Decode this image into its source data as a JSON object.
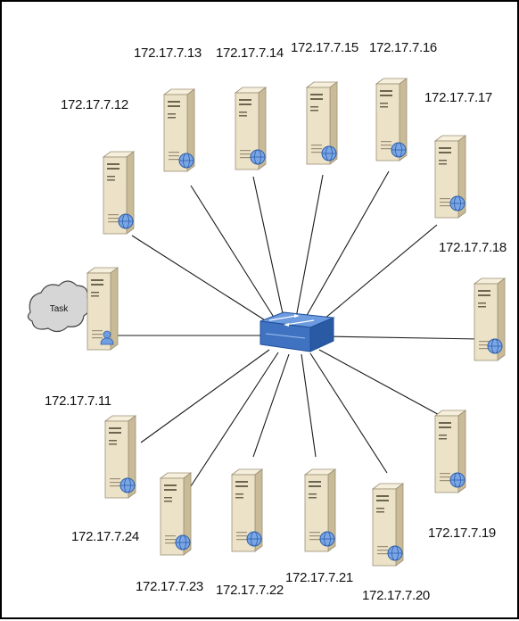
{
  "task_cloud": {
    "label": "Task"
  },
  "colors": {
    "server_light": "#efe6cf",
    "server_shade": "#cdbf9c",
    "server_dark": "#8f8467",
    "globe": "#6f9fe0",
    "switch_top": "#5d8ed9",
    "switch_side": "#2d5fa9",
    "line": "#1a1a1a",
    "cloud": "#d9d9d9"
  },
  "nodes": [
    {
      "id": "host-11",
      "label": "172.17.7.11",
      "icon": "server-user-icon"
    },
    {
      "id": "host-12",
      "label": "172.17.7.12",
      "icon": "server-globe-icon"
    },
    {
      "id": "host-13",
      "label": "172.17.7.13",
      "icon": "server-globe-icon"
    },
    {
      "id": "host-14",
      "label": "172.17.7.14",
      "icon": "server-globe-icon"
    },
    {
      "id": "host-15",
      "label": "172.17.7.15",
      "icon": "server-globe-icon"
    },
    {
      "id": "host-16",
      "label": "172.17.7.16",
      "icon": "server-globe-icon"
    },
    {
      "id": "host-17",
      "label": "172.17.7.17",
      "icon": "server-globe-icon"
    },
    {
      "id": "host-18",
      "label": "172.17.7.18",
      "icon": "server-globe-icon"
    },
    {
      "id": "host-19",
      "label": "172.17.7.19",
      "icon": "server-globe-icon"
    },
    {
      "id": "host-20",
      "label": "172.17.7.20",
      "icon": "server-globe-icon"
    },
    {
      "id": "host-21",
      "label": "172.17.7.21",
      "icon": "server-globe-icon"
    },
    {
      "id": "host-22",
      "label": "172.17.7.22",
      "icon": "server-globe-icon"
    },
    {
      "id": "host-23",
      "label": "172.17.7.23",
      "icon": "server-globe-icon"
    },
    {
      "id": "host-24",
      "label": "172.17.7.24",
      "icon": "server-globe-icon"
    }
  ]
}
